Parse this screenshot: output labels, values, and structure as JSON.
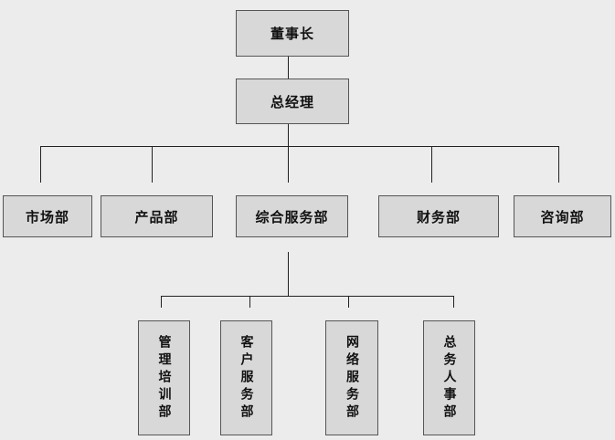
{
  "org_chart": {
    "chairman": "董事长",
    "general_manager": "总经理",
    "departments": [
      "市场部",
      "产品部",
      "综合服务部",
      "财务部",
      "咨询部"
    ],
    "sub_departments": [
      "管理培训部",
      "客户服务部",
      "网络服务部",
      "总务人事部"
    ]
  }
}
